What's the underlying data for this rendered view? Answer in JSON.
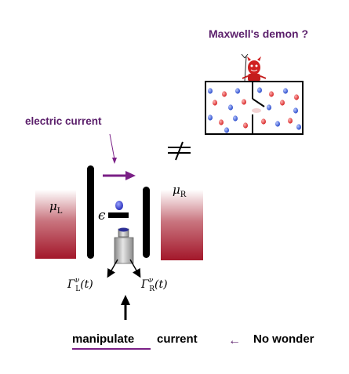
{
  "title": "Maxwell's demon ?",
  "electric_current": "electric current",
  "not_equal": "≠",
  "mu_left": {
    "base": "μ",
    "sub": "L"
  },
  "mu_right": {
    "base": "μ",
    "sub": "R"
  },
  "epsilon": "ϵ",
  "gamma_left": {
    "base": "Γ",
    "sup": "ν",
    "sub": "L",
    "arg": "(t)"
  },
  "gamma_right": {
    "base": "Γ",
    "sup": "ν",
    "sub": "R",
    "arg": "(t)"
  },
  "manipulate": "manipulate",
  "current": "current",
  "no_wonder_arrow": "←",
  "no_wonder": "No wonder",
  "colors": {
    "purple": "#5b1f6b",
    "arrow_purple": "#7a1f86",
    "reservoir_dark": "#a3172a",
    "reservoir_light": "#ffffff",
    "red_particle": "#e63a3a",
    "blue_particle": "#3a5fd6",
    "dot_blue": "#2b2fc9"
  }
}
